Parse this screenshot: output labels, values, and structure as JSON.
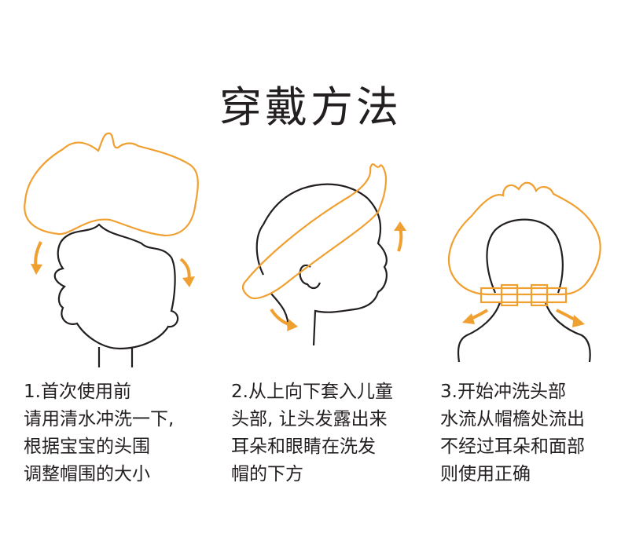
{
  "title": "穿戴方法",
  "colors": {
    "accent": "#f0a030",
    "line": "#231f20"
  },
  "steps": [
    {
      "lines": [
        "1.首次使用前",
        "请用清水冲洗一下,",
        "根据宝宝的头围",
        "调整帽围的大小"
      ]
    },
    {
      "lines": [
        "2.从上向下套入儿童",
        "头部, 让头发露出来",
        "耳朵和眼睛在洗发",
        "帽的下方"
      ]
    },
    {
      "lines": [
        "3.开始冲洗头部",
        "水流从帽檐处流出",
        "不经过耳朵和面部",
        "则使用正确"
      ]
    }
  ]
}
